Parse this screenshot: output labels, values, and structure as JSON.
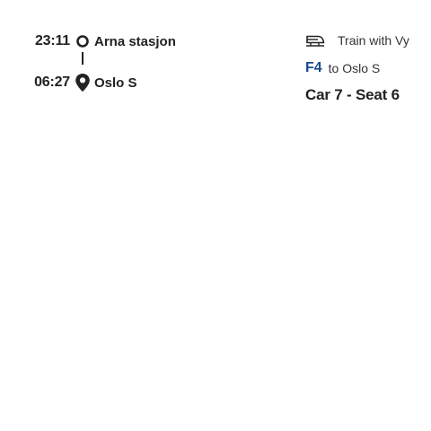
{
  "itinerary": {
    "departure": {
      "time": "23:11",
      "stop": "Arna stasjon",
      "icon": "origin-circle-icon"
    },
    "arrival": {
      "time": "06:27",
      "stop": "Oslo S",
      "icon": "location-pin-icon"
    }
  },
  "trip": {
    "mode_icon": "train-icon",
    "operator_label": "Train with Vy",
    "line_code": "F4",
    "destination": "to Oslo S",
    "seat": "Car 7 - Seat 6"
  },
  "colors": {
    "text": "#222222",
    "line_code": "#1b4b8f",
    "background": "#ffffff"
  }
}
